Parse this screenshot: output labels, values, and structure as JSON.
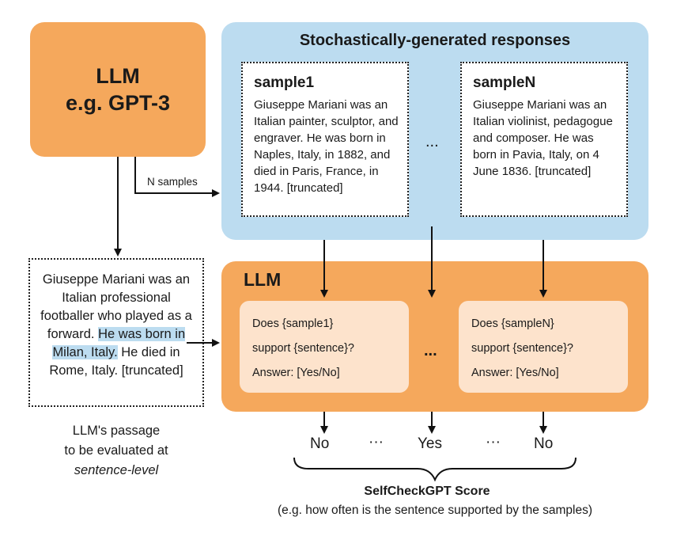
{
  "llm_box": {
    "line1": "LLM",
    "line2": "e.g. GPT-3"
  },
  "responses": {
    "title": "Stochastically-generated responses",
    "sample1": {
      "heading": "sample1",
      "text": "Giuseppe Mariani was an Italian painter, sculptor, and engraver. He was born in Naples, Italy, in 1882, and died in Paris, France, in 1944. [truncated]"
    },
    "sampleN": {
      "heading": "sampleN",
      "text": "Giuseppe Mariani was an Italian violinist, pedagogue and composer. He was born in Pavia, Italy, on 4 June 1836. [truncated]"
    },
    "ellipsis": "..."
  },
  "n_samples_label": "N samples",
  "passage": {
    "before": "Giuseppe Mariani was an Italian professional footballer who played as a forward. ",
    "highlight": "He was born in Milan, Italy.",
    "after": " He died in Rome, Italy. [truncated]",
    "caption_line1": "LLM's passage",
    "caption_line2": "to be evaluated at",
    "caption_line3": "sentence-level"
  },
  "llm_check": {
    "title": "LLM",
    "prompt1": {
      "line1": "Does {sample1}",
      "line2": "support {sentence}?",
      "line3": "Answer: [Yes/No]"
    },
    "promptN": {
      "line1": "Does {sampleN}",
      "line2": "support {sentence}?",
      "line3": "Answer: [Yes/No]"
    },
    "ellipsis": "..."
  },
  "answers": {
    "first": "No",
    "dots1": "···",
    "middle": "Yes",
    "dots2": "···",
    "last": "No"
  },
  "score": {
    "title": "SelfCheckGPT Score",
    "subtitle": "(e.g. how often is the sentence supported by the samples)"
  },
  "colors": {
    "orange": "#f5a85c",
    "light_orange": "#fde3cc",
    "blue": "#bcdcf0"
  }
}
